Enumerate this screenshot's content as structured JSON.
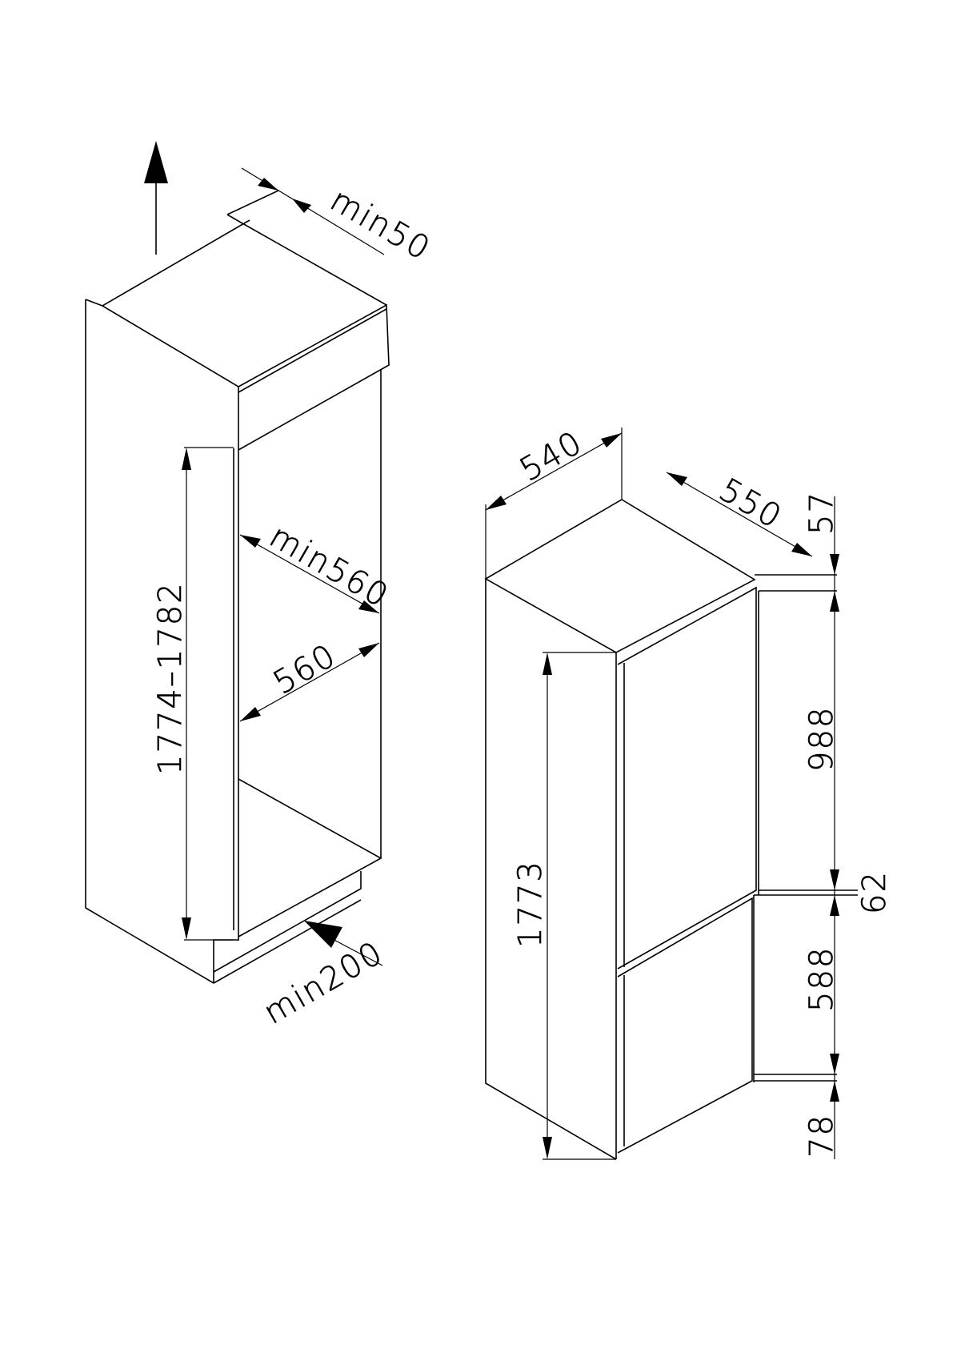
{
  "niche": {
    "top_clearance": "min50",
    "height_range": "1774–1782",
    "inner_width_min": "min560",
    "inner_width": "560",
    "vent_opening": "min200"
  },
  "appliance": {
    "width": "540",
    "depth": "550",
    "top_offset": "57",
    "upper_door": "988",
    "door_gap": "62",
    "lower_door": "588",
    "bottom_offset": "78",
    "total_height": "1773"
  },
  "colors": {
    "line": "#000000",
    "background": "#ffffff"
  }
}
